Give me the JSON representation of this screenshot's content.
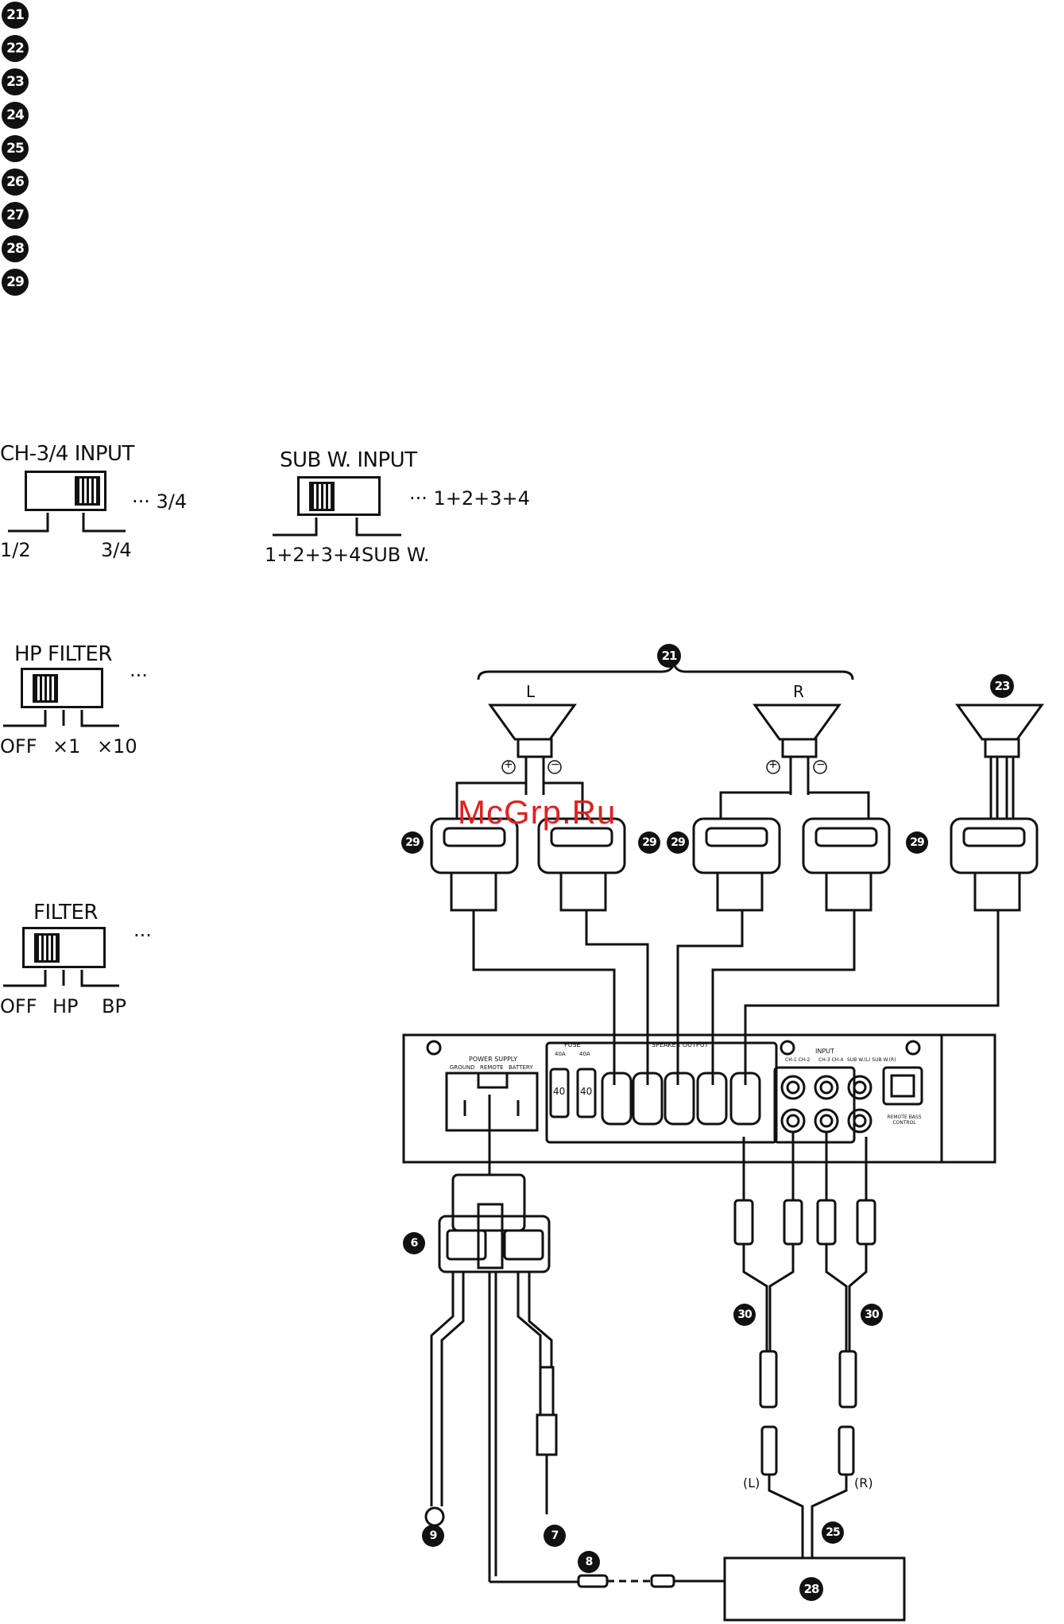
{
  "number_list": [
    "21",
    "22",
    "23",
    "24",
    "25",
    "26",
    "27",
    "28",
    "29"
  ],
  "switches": {
    "ch34": {
      "title": "CH-3/4 INPUT",
      "dots": "··· 3/4",
      "left": "1/2",
      "right": "3/4"
    },
    "subw": {
      "title": "SUB W. INPUT",
      "dots": "··· 1+2+3+4",
      "left": "1+2+3+4",
      "right": "SUB W."
    },
    "hp": {
      "title": "HP FILTER",
      "dots": "···",
      "left": "OFF",
      "mid": "×1",
      "right": "×10"
    },
    "filter": {
      "title": "FILTER",
      "dots": "···",
      "left": "OFF",
      "mid": "HP",
      "right": "BP"
    }
  },
  "diagram": {
    "callouts": {
      "front_speakers": "21",
      "sub_speaker": "23",
      "adapters": "29",
      "power_harness": "6",
      "ground": "9",
      "battery": "7",
      "remote": "8",
      "rca": "30",
      "y_cable": "25",
      "head_unit": "28"
    },
    "speaker_left": "L",
    "speaker_right": "R",
    "plus": "+",
    "minus": "−",
    "rca_left": "(L)",
    "rca_right": "(R)",
    "amp": {
      "power_supply": "POWER SUPPLY",
      "ps_ground": "GROUND",
      "ps_remote": "REMOTE",
      "ps_battery": "BATTERY",
      "fuse": "FUSE",
      "fuse_a": "40A",
      "fuse_b": "40A",
      "fuse_val": "40",
      "speaker_output": "SPEAKER OUTPUT",
      "input": "INPUT",
      "ch12": "CH-1 CH-2",
      "ch34": "CH-3 CH-4",
      "subw": "SUB W.(L) SUB W.(R)",
      "remote_bass": "REMOTE BASS CONTROL"
    }
  },
  "watermark": "McGrp.Ru"
}
